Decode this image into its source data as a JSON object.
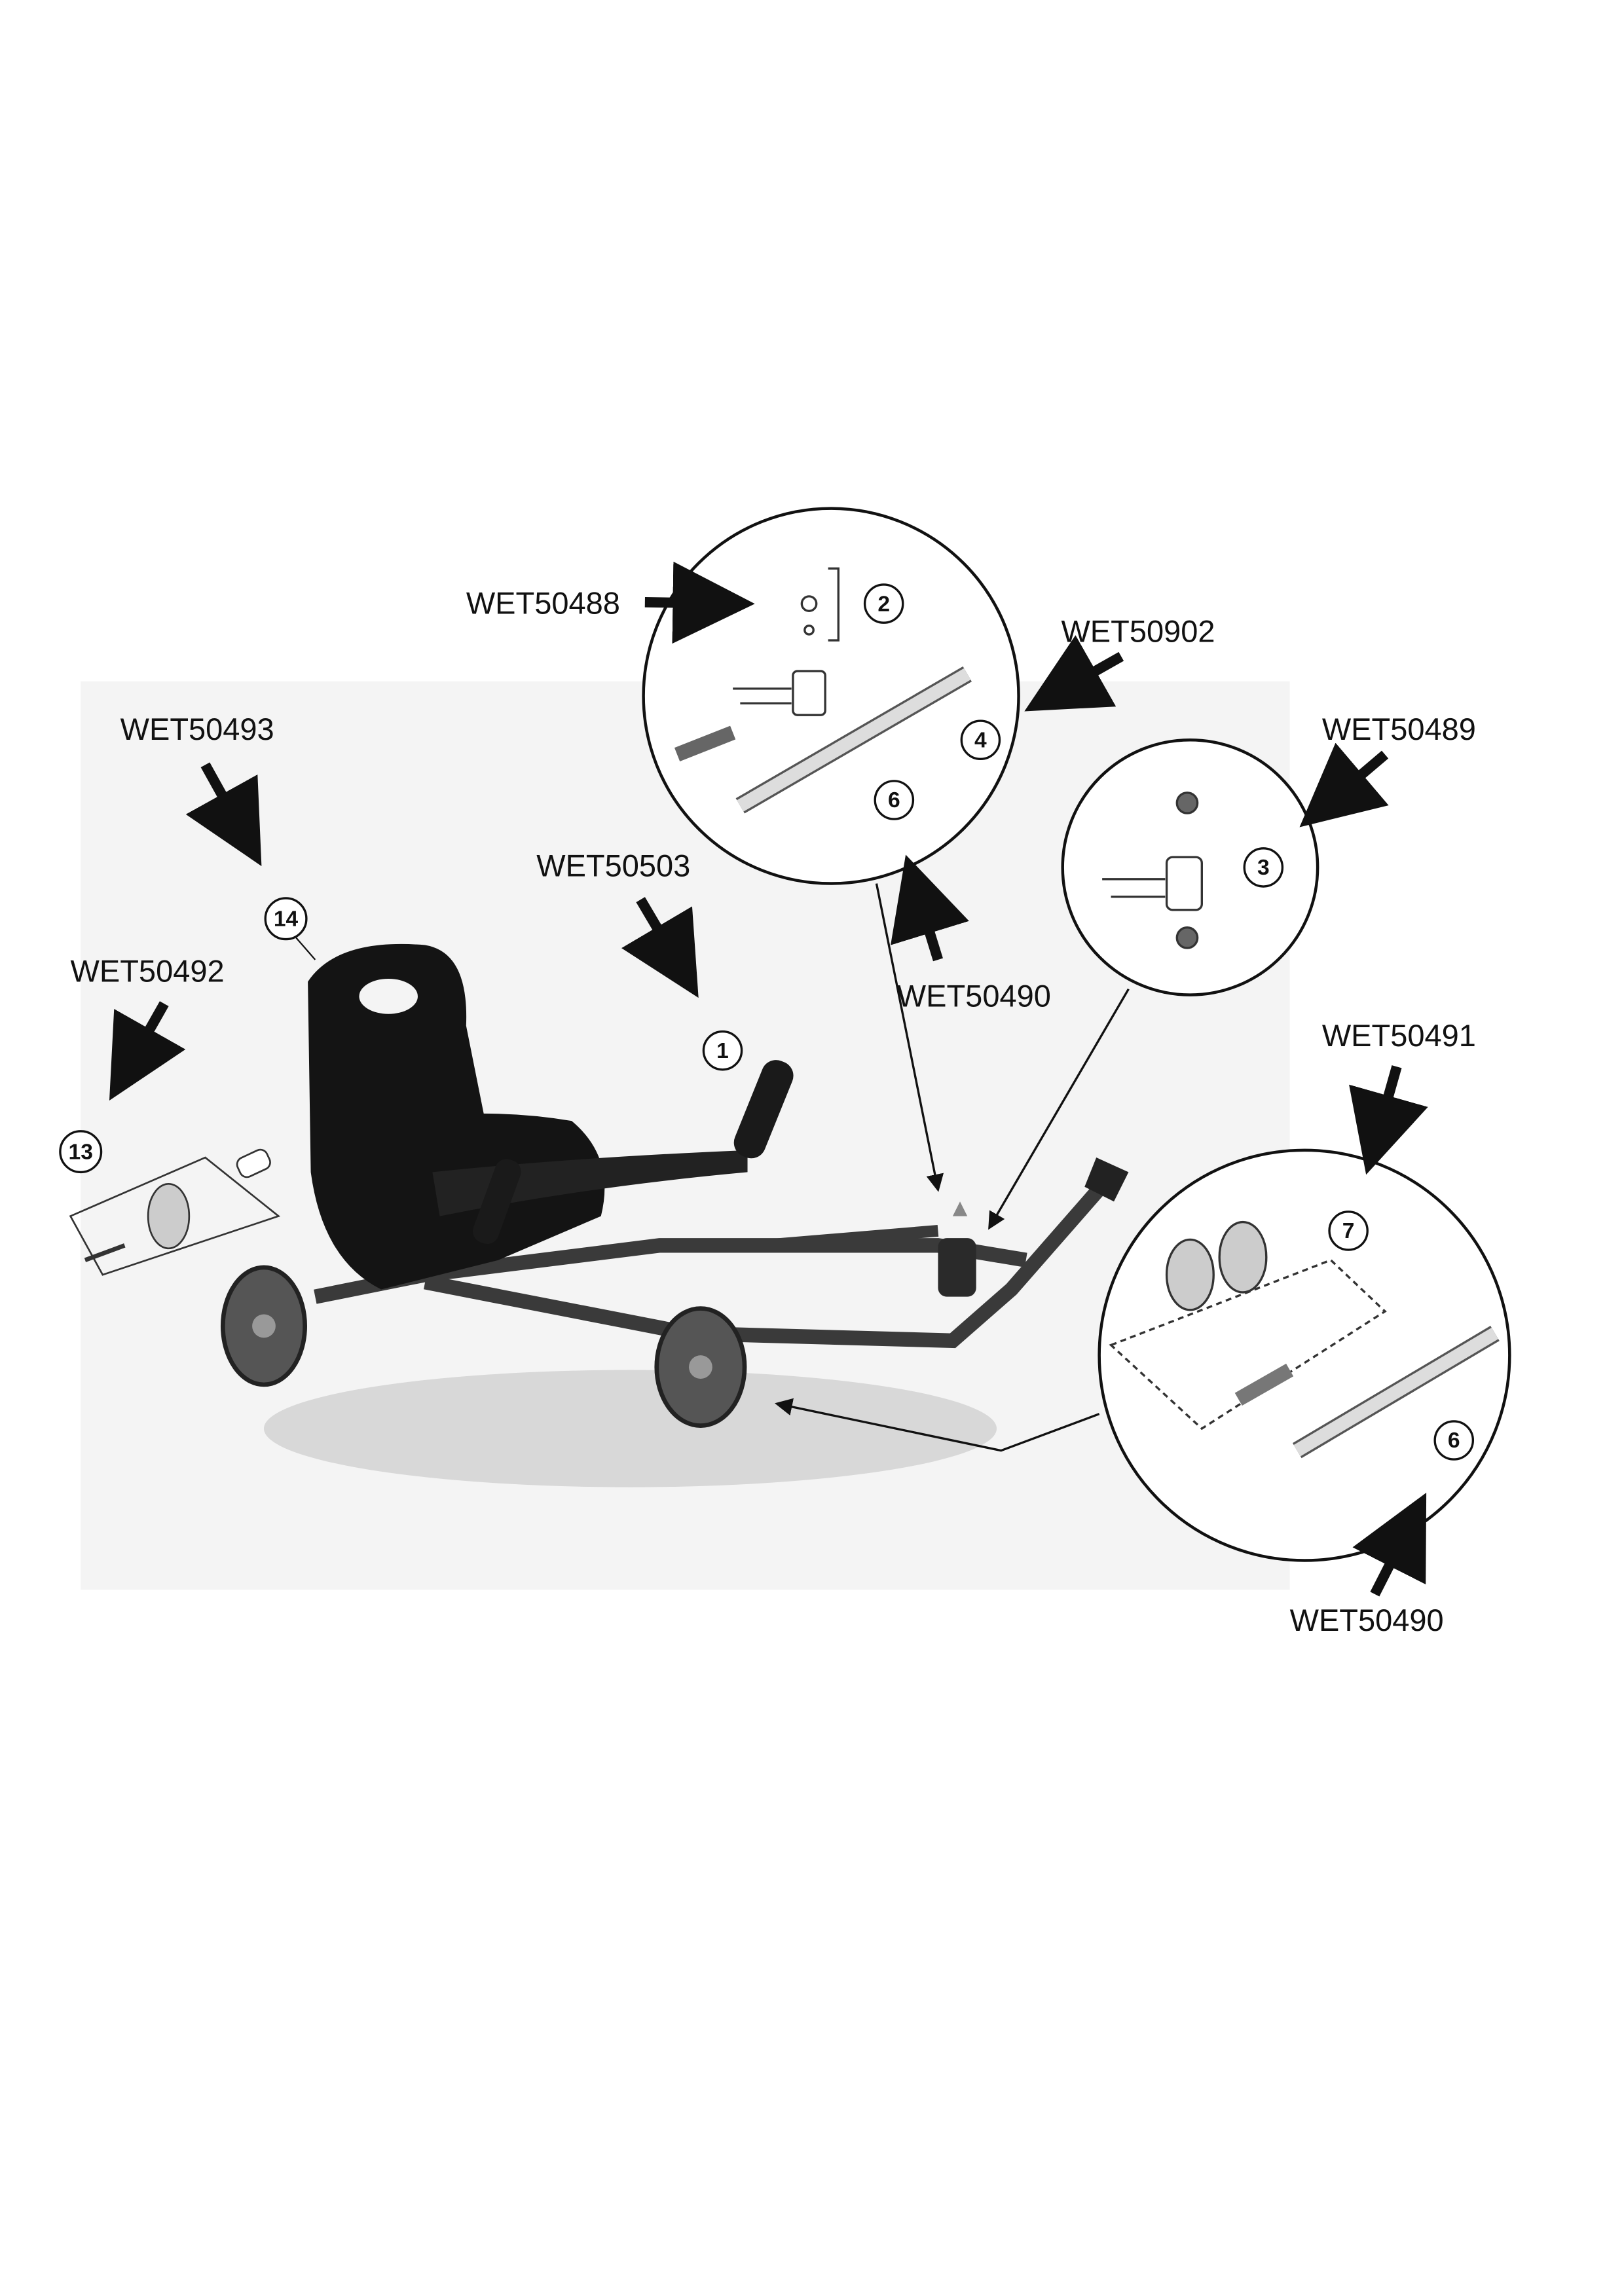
{
  "diagram": {
    "part_labels": [
      {
        "id": "wet50488",
        "code": "WET50488",
        "callout": "2"
      },
      {
        "id": "wet50902",
        "code": "WET50902",
        "callout": "4"
      },
      {
        "id": "wet50493",
        "code": "WET50493",
        "callout": "14"
      },
      {
        "id": "wet50503",
        "code": "WET50503",
        "callout": "1"
      },
      {
        "id": "wet50490-top",
        "code": "WET50490",
        "callout": "6"
      },
      {
        "id": "wet50489",
        "code": "WET50489",
        "callout": "3"
      },
      {
        "id": "wet50492",
        "code": "WET50492",
        "callout": "13"
      },
      {
        "id": "wet50491",
        "code": "WET50491",
        "callout": "7"
      },
      {
        "id": "wet50490-bottom",
        "code": "WET50490",
        "callout": "6"
      }
    ],
    "colors": {
      "ink": "#111111",
      "photo_bg": "#f4f4f4",
      "frame": "#3a3a3a",
      "seat": "#141414",
      "wheel": "#555555"
    }
  }
}
